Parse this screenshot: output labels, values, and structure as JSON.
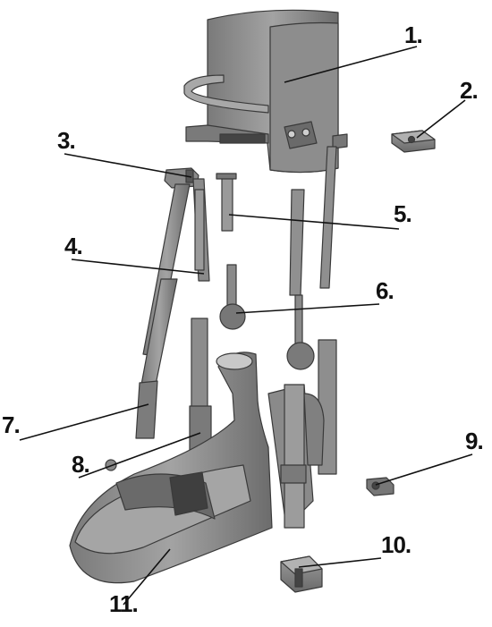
{
  "diagram": {
    "callouts": [
      {
        "id": "1",
        "label": "1."
      },
      {
        "id": "2",
        "label": "2."
      },
      {
        "id": "3",
        "label": "3."
      },
      {
        "id": "4",
        "label": "4."
      },
      {
        "id": "5",
        "label": "5."
      },
      {
        "id": "6",
        "label": "6."
      },
      {
        "id": "7",
        "label": "7."
      },
      {
        "id": "8",
        "label": "8."
      },
      {
        "id": "9",
        "label": "9."
      },
      {
        "id": "10",
        "label": "10."
      },
      {
        "id": "11",
        "label": "11."
      }
    ],
    "colors": {
      "part_fill": "#8c8c8c",
      "part_dark": "#555555",
      "part_light": "#b5b5b5",
      "outline": "#3a3a3a",
      "leader_line": "#111111"
    }
  }
}
